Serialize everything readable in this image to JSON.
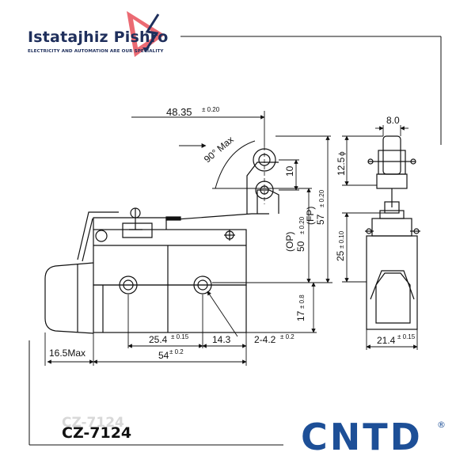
{
  "header": {
    "brand_name": "Istatajhiz Pishro",
    "tagline": "ELECTRICITY AND AUTOMATION ARE OUR SPECIALITY",
    "logo_icon": "play-lightning-logo-icon"
  },
  "dimensions": {
    "d_48_35": "48.35",
    "d_48_35_tol": "± 0.20",
    "d_90_max": "90° Max",
    "d_10": "10",
    "d_op": "(OP)",
    "d_50": "50",
    "d_50_tol": "± 0.20",
    "d_fp": "(FP)",
    "d_57": "57",
    "d_57_tol": "± 0.20",
    "d_17": "17",
    "d_17_tol": "± 0.8",
    "d_25_4": "25.4",
    "d_25_4_tol": "± 0.15",
    "d_14_3": "14.3",
    "d_2_4_2": "2-4.2",
    "d_2_4_2_tol": "± 0.2",
    "d_16_5": "16.5Max",
    "d_54": "54",
    "d_54_tol": "± 0.2",
    "d_8_0": "8.0",
    "d_12_5": "12.5",
    "d_12_5_sym": "ϕ",
    "d_25": "25",
    "d_25_tol": "± 0.10",
    "d_21_4": "21.4",
    "d_21_4_tol": "± 0.15"
  },
  "footer": {
    "model": "CZ-7124",
    "brand": "CNTD",
    "brand_reg": "®"
  },
  "colors": {
    "brand_navy": "#1f2f5c",
    "brand_red": "#e8505b",
    "cntd_blue": "#1d4f97",
    "line": "#111111"
  }
}
